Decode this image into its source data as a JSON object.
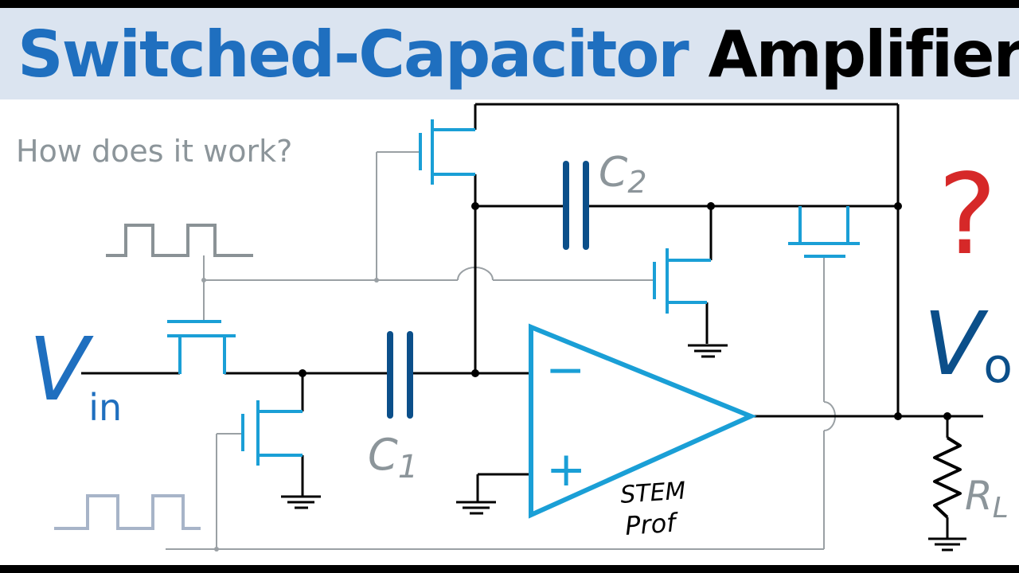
{
  "title": {
    "part1": "Switched-Capacitor",
    "part2": "Amplifier"
  },
  "subtitle": "How does it work?",
  "labels": {
    "vin_main": "V",
    "vin_sub": "in",
    "vo_main": "V",
    "vo_sub": "o",
    "c1": "C",
    "c1_sub": "1",
    "c2": "C",
    "c2_sub": "2",
    "rl": "R",
    "rl_sub": "L",
    "question": "?",
    "opamp_minus": "−",
    "opamp_plus": "+",
    "stem": "STEM",
    "prof": "Prof"
  },
  "colors": {
    "accent_blue": "#1f6fbf",
    "component_blue": "#0b4f8a",
    "transistor_cyan": "#1a9fd6",
    "wire": "#000000",
    "control_gray": "#9aa0a4",
    "question_red": "#d62828",
    "title_band": "#dbe4f0"
  }
}
